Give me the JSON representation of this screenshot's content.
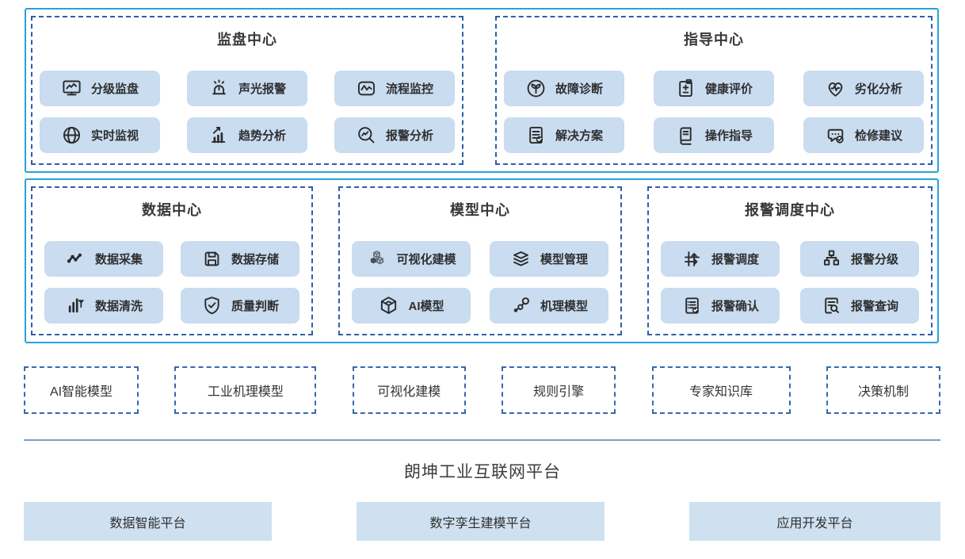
{
  "diagram": {
    "top_centers": [
      {
        "title": "监盘中心",
        "items": [
          {
            "label": "分级监盘",
            "icon": "monitor-chart-icon"
          },
          {
            "label": "声光报警",
            "icon": "siren-icon"
          },
          {
            "label": "流程监控",
            "icon": "flow-monitor-icon"
          },
          {
            "label": "实时监视",
            "icon": "globe-icon"
          },
          {
            "label": "趋势分析",
            "icon": "trend-bars-icon"
          },
          {
            "label": "报警分析",
            "icon": "magnifier-wave-icon"
          }
        ]
      },
      {
        "title": "指导中心",
        "items": [
          {
            "label": "故障诊断",
            "icon": "sprout-circle-icon"
          },
          {
            "label": "健康评价",
            "icon": "clipboard-plus-icon"
          },
          {
            "label": "劣化分析",
            "icon": "heart-pulse-icon"
          },
          {
            "label": "解决方案",
            "icon": "document-check-icon"
          },
          {
            "label": "操作指导",
            "icon": "book-lines-icon"
          },
          {
            "label": "检修建议",
            "icon": "chat-check-icon"
          }
        ]
      }
    ],
    "middle_centers": [
      {
        "title": "数据中心",
        "items": [
          {
            "label": "数据采集",
            "icon": "data-points-icon"
          },
          {
            "label": "数据存储",
            "icon": "floppy-disk-icon"
          },
          {
            "label": "数据清洗",
            "icon": "bar-funnel-icon"
          },
          {
            "label": "质量判断",
            "icon": "shield-check-icon"
          }
        ]
      },
      {
        "title": "模型中心",
        "items": [
          {
            "label": "可视化建模",
            "icon": "cubes-icon"
          },
          {
            "label": "模型管理",
            "icon": "layers-icon"
          },
          {
            "label": "AI模型",
            "icon": "cube-3d-icon"
          },
          {
            "label": "机理模型",
            "icon": "molecule-icon"
          }
        ]
      },
      {
        "title": "报警调度中心",
        "items": [
          {
            "label": "报警调度",
            "icon": "route-dispatch-icon"
          },
          {
            "label": "报警分级",
            "icon": "hierarchy-icon"
          },
          {
            "label": "报警确认",
            "icon": "list-check-icon"
          },
          {
            "label": "报警查询",
            "icon": "document-search-icon"
          }
        ]
      }
    ],
    "capabilities": [
      {
        "label": "AI智能模型"
      },
      {
        "label": "工业机理模型"
      },
      {
        "label": "可视化建模"
      },
      {
        "label": "规则引擎"
      },
      {
        "label": "专家知识库"
      },
      {
        "label": "决策机制"
      }
    ],
    "platform_title": "朗坤工业互联网平台",
    "platforms": [
      {
        "label": "数据智能平台"
      },
      {
        "label": "数字孪生建模平台"
      },
      {
        "label": "应用开发平台"
      }
    ],
    "colors": {
      "solid_border": "#27a2dc",
      "dashed_border": "#2d5fa9",
      "tile_bg": "#c9dcf0",
      "platform_bg": "#cfe0f1",
      "divider": "#7f9cc0"
    }
  }
}
